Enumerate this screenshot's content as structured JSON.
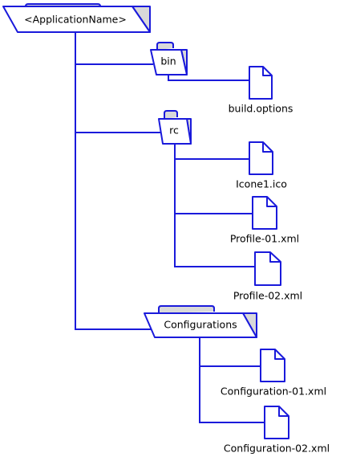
{
  "diagram": {
    "colors": {
      "stroke": "#1a1adb",
      "folder_fill": "#ffffff",
      "folder_side": "#d9d9d9",
      "file_fill": "#ffffff",
      "text": "#000000"
    },
    "root": {
      "label": "<ApplicationName>",
      "icon": "folder-icon"
    },
    "folders": [
      {
        "id": "bin",
        "label": "bin",
        "icon": "folder-icon",
        "files": [
          {
            "label": "build.options",
            "icon": "file-icon"
          }
        ]
      },
      {
        "id": "rc",
        "label": "rc",
        "icon": "folder-icon",
        "files": [
          {
            "label": "Icone1.ico",
            "icon": "file-icon"
          },
          {
            "label": "Profile-01.xml",
            "icon": "file-icon"
          },
          {
            "label": "Profile-02.xml",
            "icon": "file-icon"
          }
        ]
      },
      {
        "id": "configurations",
        "label": "Configurations",
        "icon": "folder-icon",
        "files": [
          {
            "label": "Configuration-01.xml",
            "icon": "file-icon"
          },
          {
            "label": "Configuration-02.xml",
            "icon": "file-icon"
          }
        ]
      }
    ]
  }
}
